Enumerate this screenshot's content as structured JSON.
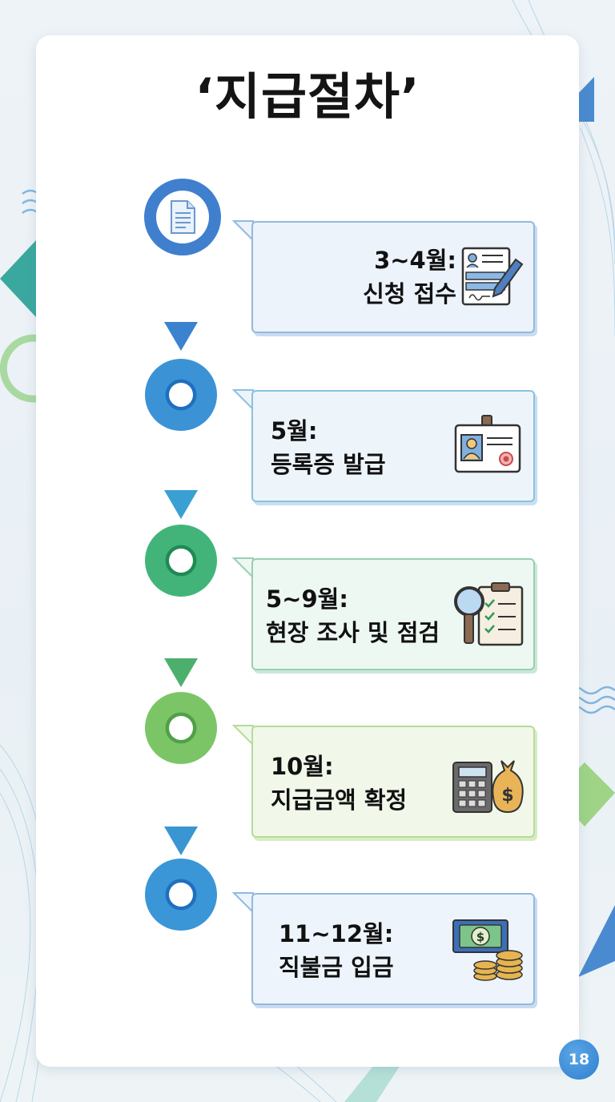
{
  "title": "‘지급절차’",
  "page_number": "18",
  "steps": [
    {
      "month": "3~4월:",
      "label": "신청 접수",
      "icon": "application-form-icon",
      "color": "#4a86cf"
    },
    {
      "month": "5월:",
      "label": "등록증 발급",
      "icon": "id-card-icon",
      "color": "#3b93d6"
    },
    {
      "month": "5~9월:",
      "label": "현장 조사 및 점검",
      "icon": "inspection-checklist-icon",
      "color": "#3aab72"
    },
    {
      "month": "10월:",
      "label": "지급금액 확정",
      "icon": "calculator-moneybag-icon",
      "color": "#6fbf5a"
    },
    {
      "month": "11~12월:",
      "label": "직불금 입금",
      "icon": "cash-coins-icon",
      "color": "#3a8fd2"
    }
  ]
}
